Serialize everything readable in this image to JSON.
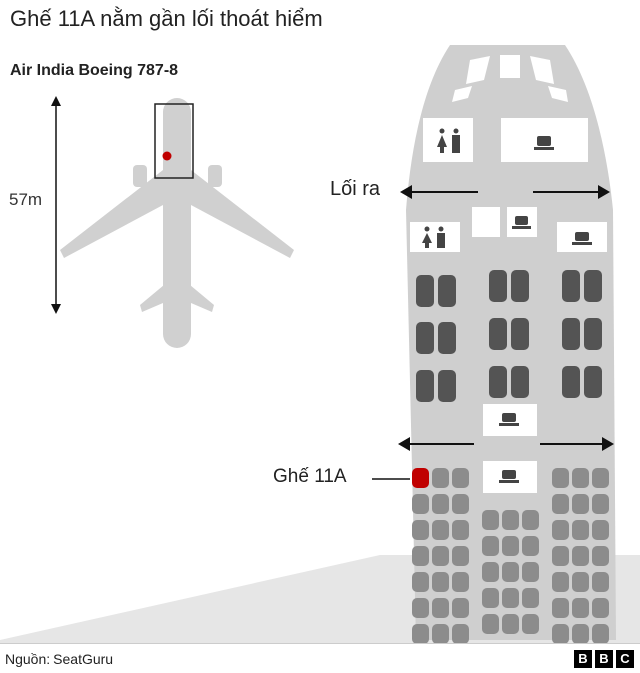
{
  "title": "Ghế 11A nằm gần lối thoát hiểm",
  "aircraft": "Air India Boeing 787-8",
  "length_label": "57m",
  "exit_label": "Lối ra",
  "seat_label": "Ghế 11A",
  "source": {
    "label": "Nguồn:",
    "value": "SeatGuru"
  },
  "brand": {
    "letters": [
      "B",
      "B",
      "C"
    ]
  },
  "colors": {
    "fuselage": "#cfcfcf",
    "dark": "#545454",
    "seat": "#8c8c8c",
    "highlight": "#c00000",
    "ground": "#e6e6e6"
  },
  "icons": [
    "toilet-icon",
    "coffee-icon",
    "arrow-left-icon",
    "arrow-right-icon"
  ]
}
